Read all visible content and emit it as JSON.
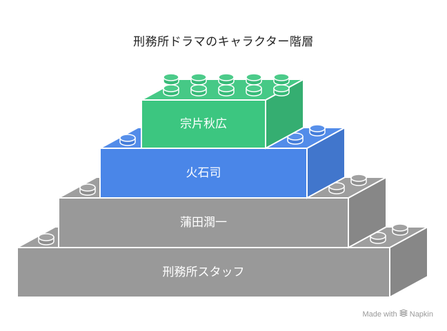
{
  "title": "刑務所ドラマのキャラクター階層",
  "levels": [
    {
      "label": "宗片秋広",
      "color": "#3cc680"
    },
    {
      "label": "火石司",
      "color": "#4a86e8"
    },
    {
      "label": "蒲田潤一",
      "color": "#999999"
    },
    {
      "label": "刑務所スタッフ",
      "color": "#999999"
    }
  ],
  "watermark": {
    "made_with": "Made with",
    "brand": "Napkin"
  }
}
